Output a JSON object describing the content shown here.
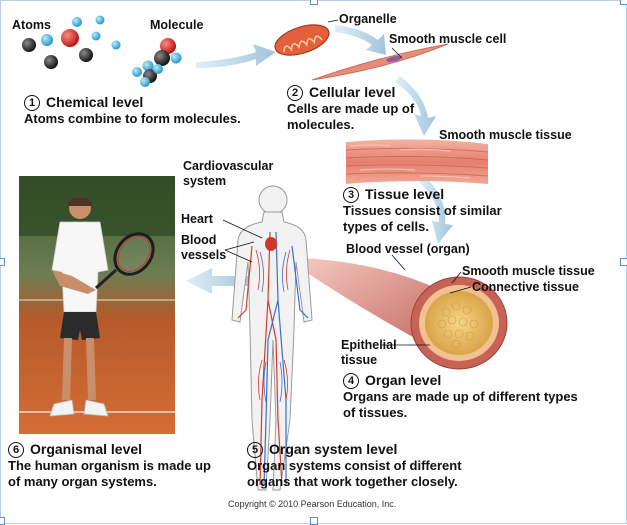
{
  "labels": {
    "atoms": "Atoms",
    "molecule": "Molecule",
    "organelle": "Organelle",
    "smooth_muscle_cell": "Smooth muscle cell",
    "smooth_muscle_tissue_top": "Smooth muscle tissue",
    "cardiovascular_system": "Cardiovascular\nsystem",
    "heart": "Heart",
    "blood_vessels": "Blood\nvessels",
    "blood_vessel_organ": "Blood vessel (organ)",
    "smooth_muscle_tissue_organ": "Smooth muscle tissue",
    "connective_tissue": "Connective tissue",
    "epithelial_tissue": "Epithelial\ntissue"
  },
  "levels": [
    {
      "number": "1",
      "title": "Chemical level",
      "description": "Atoms combine to form molecules."
    },
    {
      "number": "2",
      "title": "Cellular level",
      "description": "Cells are made up of\nmolecules."
    },
    {
      "number": "3",
      "title": "Tissue level",
      "description": "Tissues consist of similar\ntypes of cells."
    },
    {
      "number": "4",
      "title": "Organ level",
      "description": "Organs are made up of different types\nof tissues."
    },
    {
      "number": "5",
      "title": "Organ system level",
      "description": "Organ systems consist of different\norgans that work together closely."
    },
    {
      "number": "6",
      "title": "Organismal level",
      "description": "The human organism is made up\nof many organ systems."
    }
  ],
  "copyright": "Copyright © 2010 Pearson Education, Inc.",
  "colors": {
    "arrow": "#a8c9de",
    "atom_red": "#d8292a",
    "atom_blue": "#47b3e0",
    "atom_black": "#2a2a2a",
    "muscle": "#e8826f",
    "vessel_outer": "#c9655a",
    "connective": "#e0b060",
    "court": "#c8622e"
  }
}
